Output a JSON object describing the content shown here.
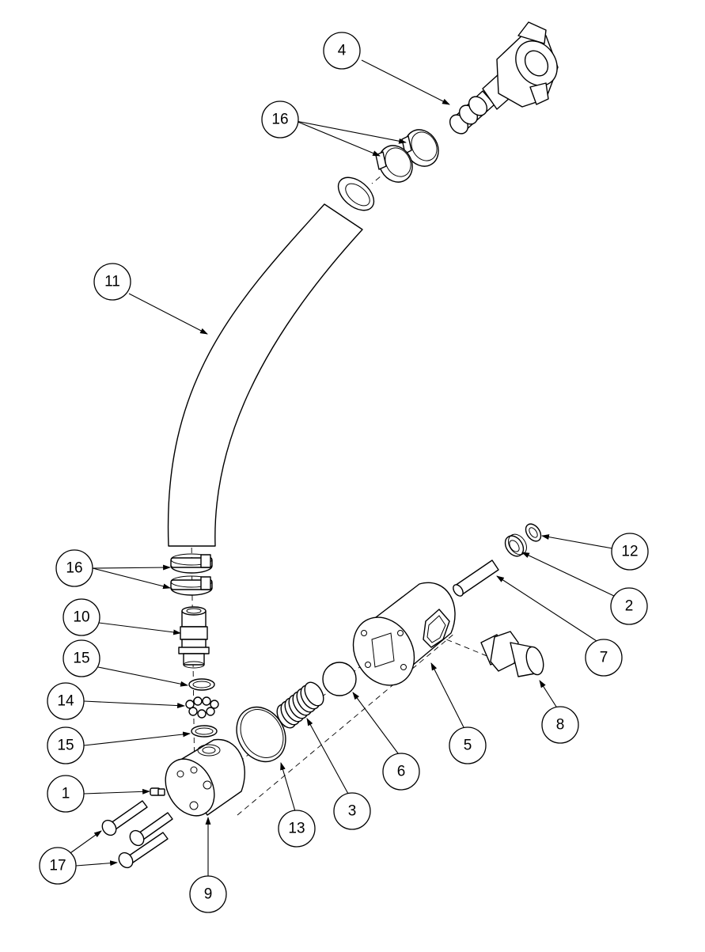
{
  "diagram": {
    "callouts": [
      {
        "id": "c4",
        "label": "4"
      },
      {
        "id": "c16a",
        "label": "16"
      },
      {
        "id": "c11",
        "label": "11"
      },
      {
        "id": "c16b",
        "label": "16"
      },
      {
        "id": "c10",
        "label": "10"
      },
      {
        "id": "c15a",
        "label": "15"
      },
      {
        "id": "c14",
        "label": "14"
      },
      {
        "id": "c15b",
        "label": "15"
      },
      {
        "id": "c1",
        "label": "1"
      },
      {
        "id": "c17",
        "label": "17"
      },
      {
        "id": "c9",
        "label": "9"
      },
      {
        "id": "c13",
        "label": "13"
      },
      {
        "id": "c3",
        "label": "3"
      },
      {
        "id": "c6",
        "label": "6"
      },
      {
        "id": "c5",
        "label": "5"
      },
      {
        "id": "c8",
        "label": "8"
      },
      {
        "id": "c7",
        "label": "7"
      },
      {
        "id": "c2",
        "label": "2"
      },
      {
        "id": "c12",
        "label": "12"
      }
    ]
  }
}
